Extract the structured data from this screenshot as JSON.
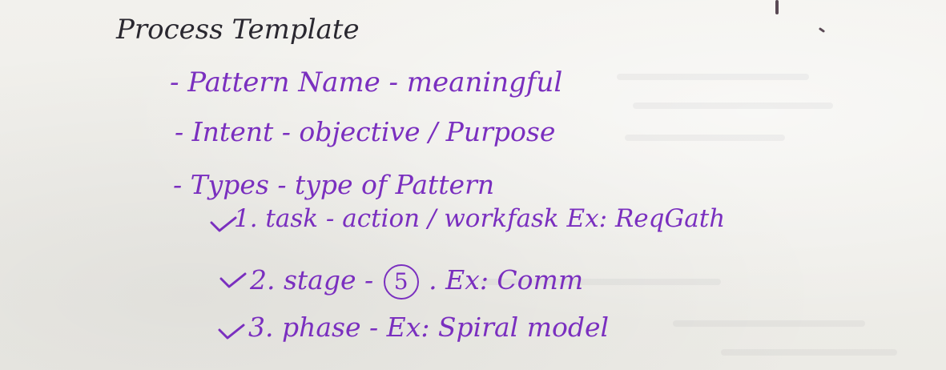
{
  "notes": {
    "title": "Process Template",
    "pattern_name_item": "- Pattern Name - meaningful",
    "intent_item": "- Intent - objective / Purpose",
    "types_item": "- Types - type of Pattern",
    "task_item": "1. task - action / workfask Ex: ReqGath",
    "stage_prefix": "2. stage -",
    "stage_circled": "5",
    "stage_suffix": ". Ex: Comm",
    "phase_item": "3. phase - Ex: Spiral model"
  },
  "ink_colors": {
    "title": "#2a2830",
    "notes": "#7a2fbf"
  }
}
